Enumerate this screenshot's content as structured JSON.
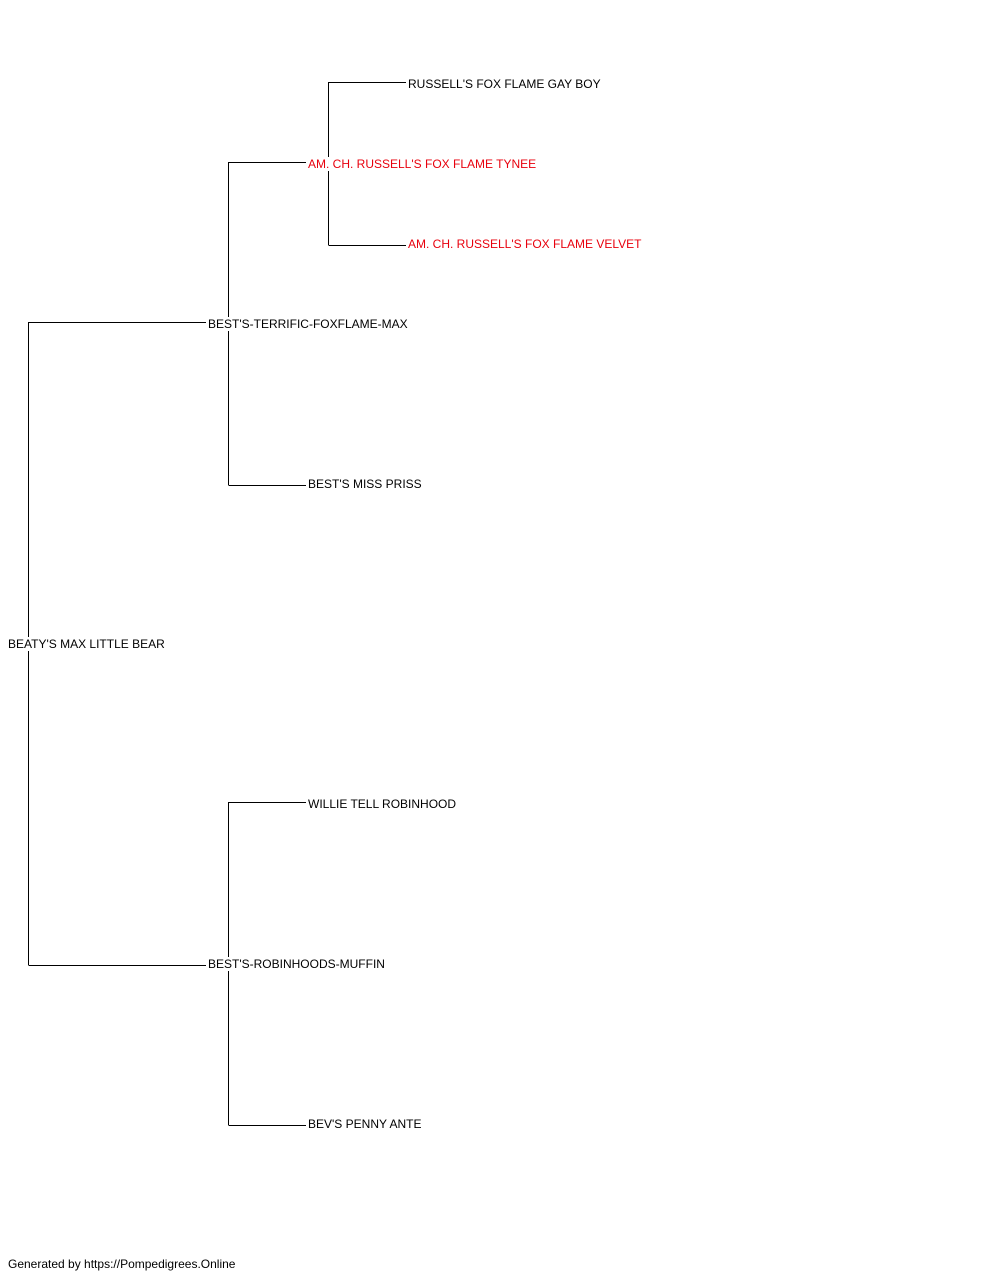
{
  "pedigree": {
    "subject": {
      "name": "BEATY'S MAX LITTLE BEAR",
      "color": "#000000"
    },
    "sire": {
      "name": "BEST'S-TERRIFIC-FOXFLAME-MAX",
      "color": "#000000"
    },
    "dam": {
      "name": "BEST'S-ROBINHOODS-MUFFIN",
      "color": "#000000"
    },
    "sire_sire": {
      "name": "AM. CH. RUSSELL'S FOX FLAME TYNEE",
      "color": "#e8000d",
      "champion": true
    },
    "sire_dam": {
      "name": "BEST'S MISS PRISS",
      "color": "#000000"
    },
    "dam_sire": {
      "name": "WILLIE TELL ROBINHOOD",
      "color": "#000000"
    },
    "dam_dam": {
      "name": "BEV'S PENNY ANTE",
      "color": "#000000"
    },
    "sire_sire_sire": {
      "name": "RUSSELL'S FOX FLAME GAY BOY",
      "color": "#000000"
    },
    "sire_sire_dam": {
      "name": "AM. CH. RUSSELL'S FOX FLAME VELVET",
      "color": "#e8000d",
      "champion": true
    }
  },
  "footer": {
    "text": "Generated by https://Pompedigrees.Online"
  }
}
